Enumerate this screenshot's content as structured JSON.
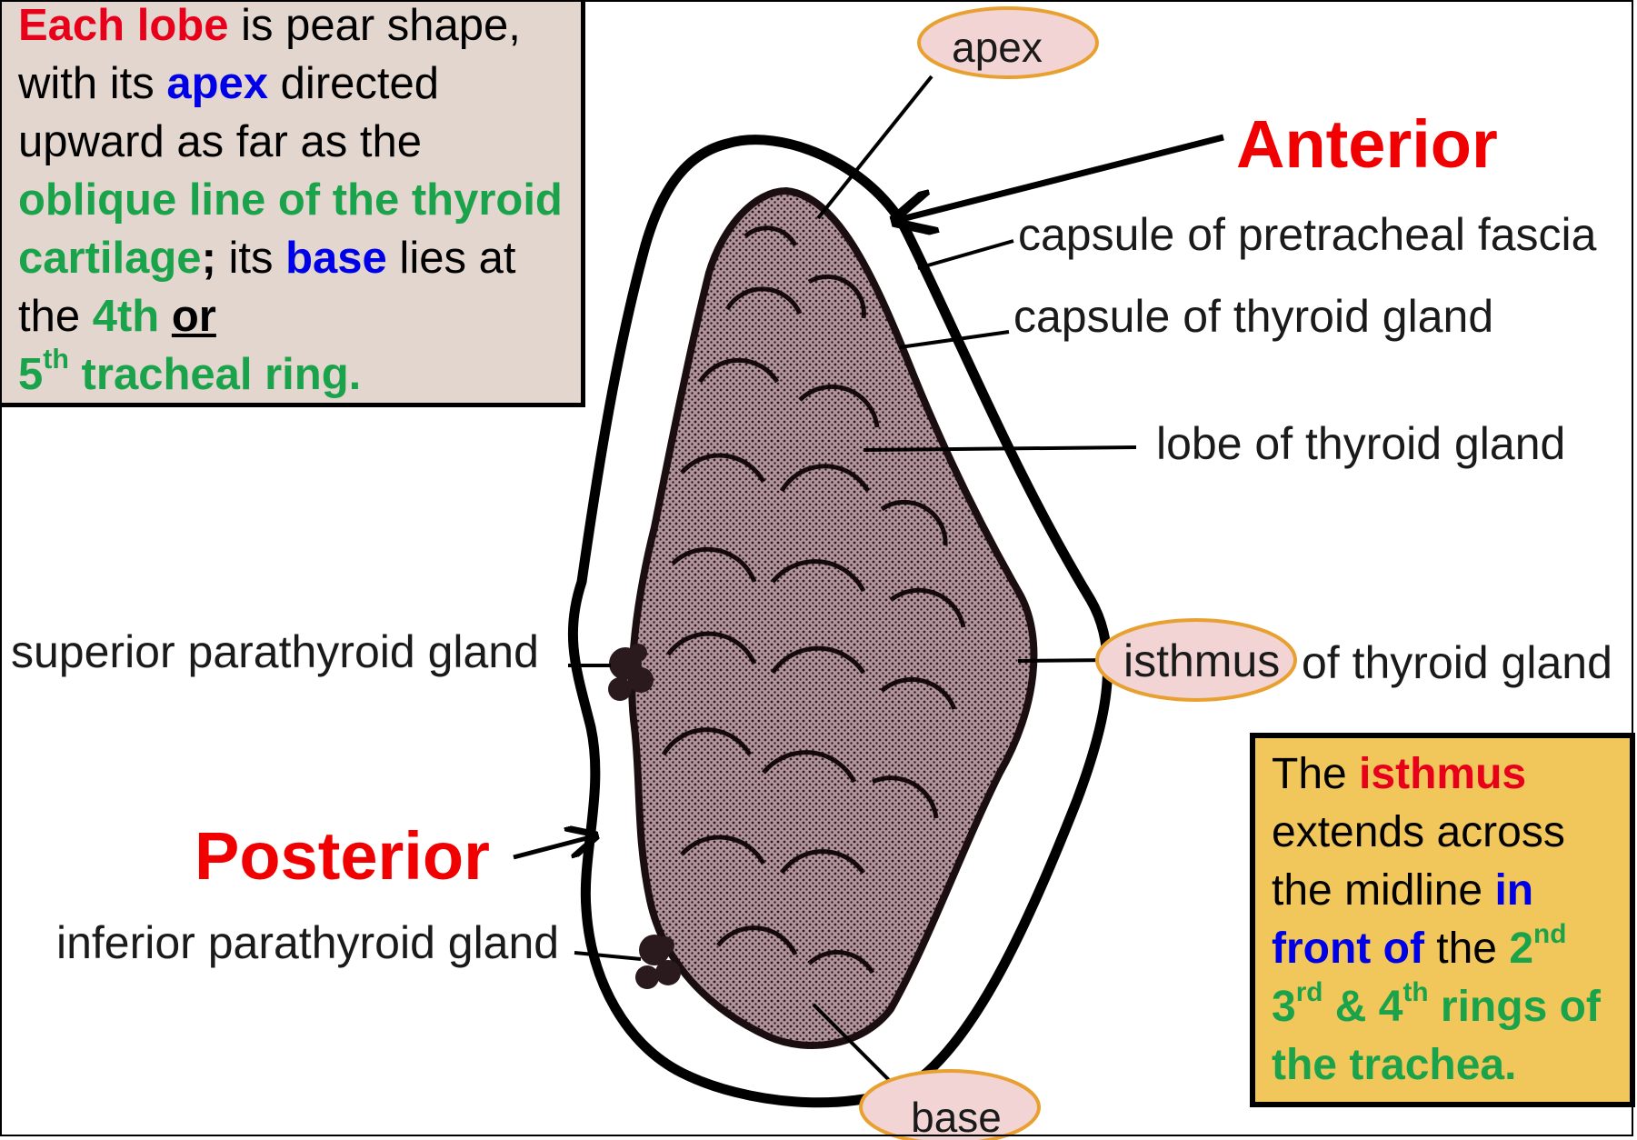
{
  "left_box": {
    "p1": "Each lobe",
    "p2": " is pear shape, with its ",
    "p3": "apex",
    "p4": " directed upward as far as the ",
    "p5": "oblique line of the thyroid cartilage",
    "p6": ";",
    "p7": " its ",
    "p8": "base",
    "p9": " lies at the ",
    "p10": "4th",
    "p11": " ",
    "p12": "or",
    "p13": "5",
    "p14": "th",
    "p15": " tracheal ring."
  },
  "right_box": {
    "p1": "The ",
    "p2": "isthmus",
    "p3": " extends across the midline ",
    "p4": "in front of",
    "p5": " the ",
    "p6": "2",
    "p7": "nd",
    "p8": "3",
    "p9": "rd",
    "p10": " & 4",
    "p11": "th",
    "p12": " rings of the trachea."
  },
  "labels": {
    "apex": "apex",
    "anterior": "Anterior",
    "capsule_pretracheal": "capsule of pretracheal fascia",
    "capsule_thyroid": "capsule of thyroid gland",
    "lobe": "lobe of thyroid gland",
    "superior_parathyroid": "superior parathyroid gland",
    "isthmus": "isthmus",
    "isthmus_rest": "of thyroid gland",
    "posterior": "Posterior",
    "inferior_parathyroid": "inferior parathyroid gland",
    "base": "base"
  },
  "colors": {
    "highlight_red": "#e8001a",
    "highlight_blue": "#0000e6",
    "highlight_green": "#1aa34a",
    "oval_outline": "#e8a030",
    "oval_fill": "#f2d4d4",
    "right_box_bg": "#f1c65a",
    "left_box_bg": "#e2d6cf"
  }
}
